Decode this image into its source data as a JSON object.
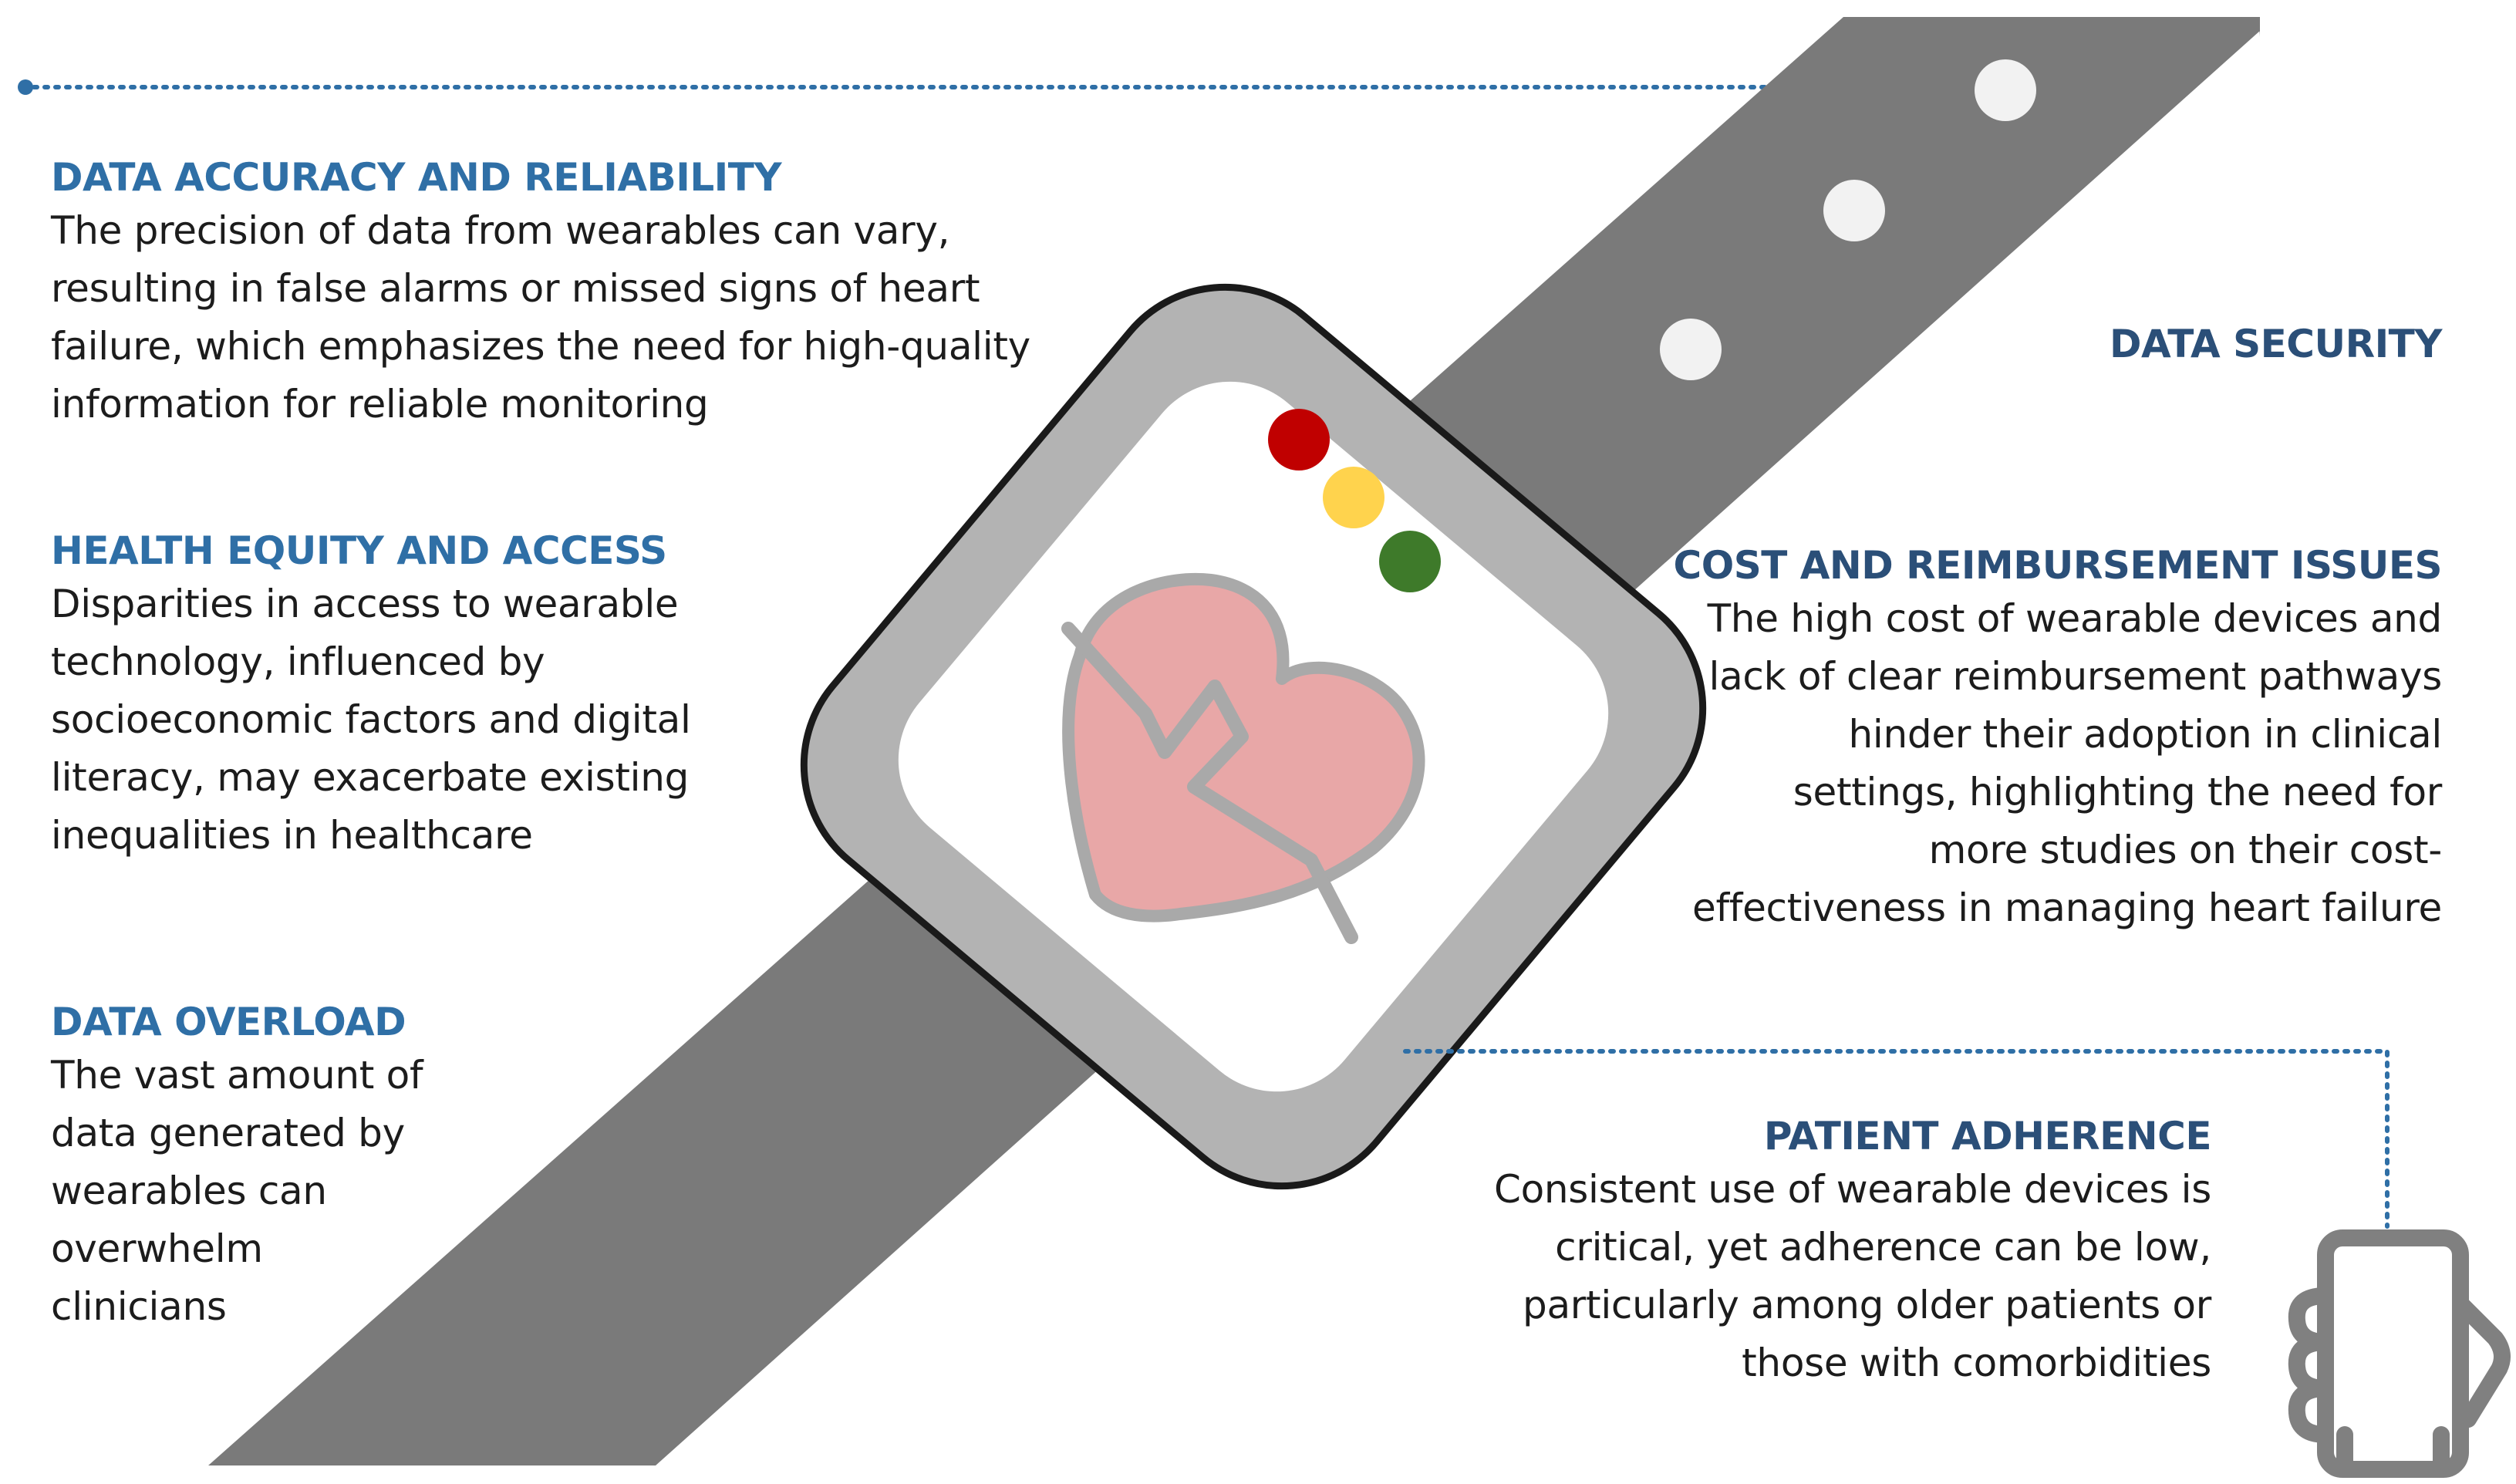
{
  "colors": {
    "strap": "#7a7a7a",
    "case_fill": "#b3b3b3",
    "case_outline": "#1a1a1a",
    "screen": "#ffffff",
    "heart_fill": "#e8a7a7",
    "heart_outline": "#a9a9a9",
    "light_red": "#c00000",
    "light_yellow": "#ffd34d",
    "light_green": "#3e7a2a",
    "strap_holes": "#f2f2f2",
    "title_blue": "#2f6fa6",
    "dotted_line": "#2f6fa6",
    "phone_icon": "#808080"
  },
  "icons": [
    "smartwatch-icon",
    "heart-ecg-icon",
    "hand-holding-phone-icon"
  ],
  "sections": {
    "data_accuracy": {
      "title": "DATA ACCURACY AND RELIABILITY",
      "lines": [
        "The precision of data from wearables can vary,",
        "resulting in false alarms or missed signs of heart",
        "failure, which emphasizes the need for high-quality",
        "information for reliable monitoring"
      ]
    },
    "health_equity": {
      "title": "HEALTH EQUITY AND ACCESS",
      "lines": [
        "Disparities in access to wearable",
        "technology, influenced by",
        "socioeconomic factors and digital",
        "literacy, may exacerbate existing",
        "inequalities in healthcare"
      ]
    },
    "data_overload": {
      "title": "DATA OVERLOAD",
      "lines": [
        "The vast amount of",
        "data generated by",
        "wearables can",
        "overwhelm",
        "clinicians"
      ]
    },
    "data_security": {
      "title": "DATA SECURITY"
    },
    "cost_reimbursement": {
      "title": "COST AND REIMBURSEMENT ISSUES",
      "lines": [
        "The high cost of wearable devices and",
        "lack of clear reimbursement pathways",
        "hinder their adoption in clinical",
        "settings, highlighting the need for",
        "more studies on their cost-",
        "effectiveness in managing heart failure"
      ]
    },
    "patient_adherence": {
      "title": "PATIENT ADHERENCE",
      "lines": [
        "Consistent use of wearable devices is",
        "critical, yet adherence can be low,",
        "particularly among older patients or",
        "those with comorbidities"
      ]
    }
  }
}
